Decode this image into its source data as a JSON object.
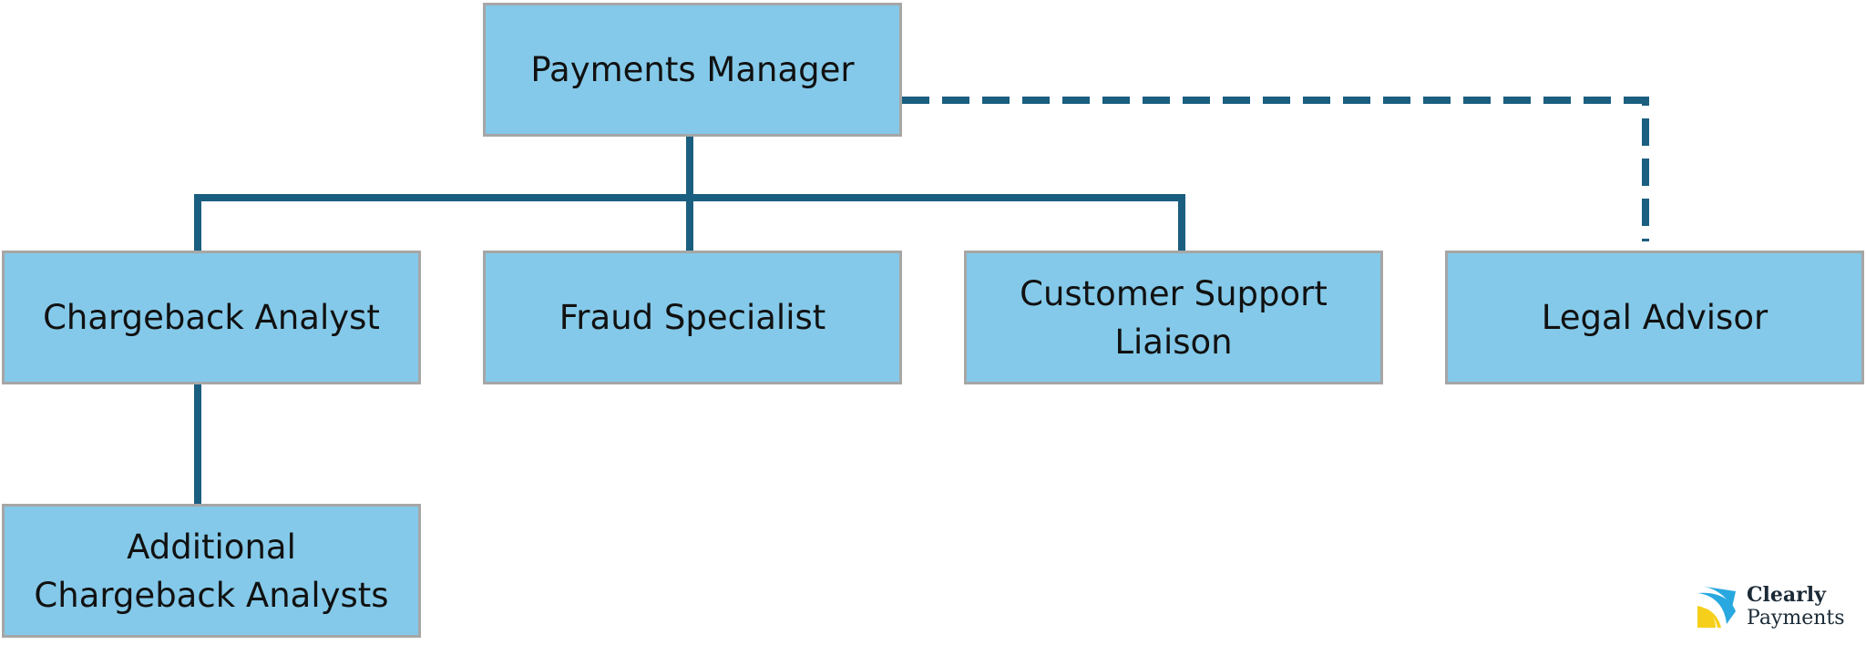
{
  "diagram": {
    "nodes": [
      {
        "id": "payments-manager",
        "label": "Payments Manager"
      },
      {
        "id": "chargeback-analyst",
        "label": "Chargeback Analyst"
      },
      {
        "id": "fraud-specialist",
        "label": "Fraud Specialist"
      },
      {
        "id": "customer-support",
        "label": "Customer Support\nLiaison"
      },
      {
        "id": "legal-advisor",
        "label": "Legal Advisor"
      },
      {
        "id": "additional-analysts",
        "label": "Additional\nChargeback Analysts"
      }
    ],
    "edges": [
      {
        "from": "payments-manager",
        "to": "chargeback-analyst",
        "style": "solid"
      },
      {
        "from": "payments-manager",
        "to": "fraud-specialist",
        "style": "solid"
      },
      {
        "from": "payments-manager",
        "to": "customer-support",
        "style": "solid"
      },
      {
        "from": "chargeback-analyst",
        "to": "additional-analysts",
        "style": "solid"
      },
      {
        "from": "payments-manager",
        "to": "legal-advisor",
        "style": "dashed"
      }
    ],
    "colors": {
      "node_fill": "#84c9e9",
      "node_border": "#a6a6a6",
      "connector": "#1a5e80",
      "text": "#111111"
    }
  },
  "logo": {
    "line1": "Clearly",
    "line2": "Payments",
    "mark_colors": [
      "#29a8e0",
      "#f5cf1a"
    ]
  }
}
